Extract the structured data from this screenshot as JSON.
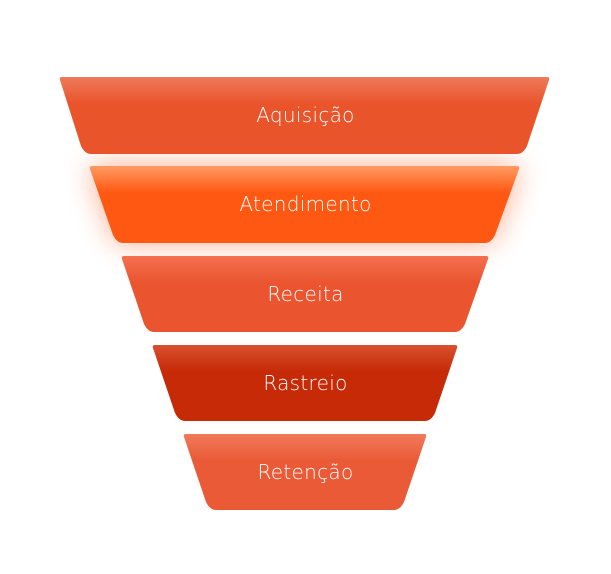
{
  "funnel": {
    "stages": [
      {
        "label": "Aquisição",
        "color_top": "#ef7a5a",
        "color_bottom": "#e9542b"
      },
      {
        "label": "Atendimento",
        "color_top": "#ff9a62",
        "color_bottom": "#ff5812"
      },
      {
        "label": "Receita",
        "color_top": "#f47050",
        "color_bottom": "#ea5530"
      },
      {
        "label": "Rastreio",
        "color_top": "#d9502e",
        "color_bottom": "#c62a06"
      },
      {
        "label": "Retenção",
        "color_top": "#f07a5a",
        "color_bottom": "#ea5a36"
      }
    ]
  }
}
